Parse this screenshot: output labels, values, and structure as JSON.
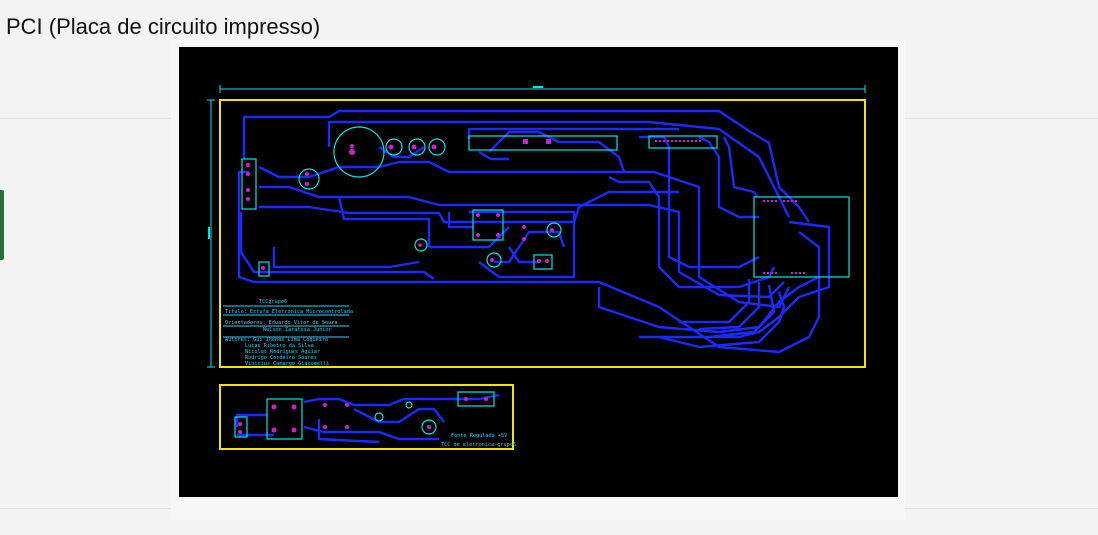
{
  "page": {
    "title": "PCI (Placa de circuito impresso)"
  },
  "pcb": {
    "main_board": {
      "label": "TCCgrupo6",
      "title_line": "Titulo: Estufa Eletronica Microcontrolada",
      "advisors_line1": "Orientadores: Eduardo Vitor de Souza",
      "advisors_line2": "Nelson Zaratosa Junior",
      "authors": [
        "Autores: Gui Jhonas Lima Coqueiro",
        "Lucas Ribeiro da Silva",
        "Nicolas Rodrigues Aguiar",
        "Rodrigo Cordeiro Soares",
        "Vinicius Camargo Giacomelli"
      ]
    },
    "power_board": {
      "label_line1": "Fonte Regulada +5V",
      "label_line2": "TCC de eletronica-grupo6"
    },
    "colors": {
      "background": "#000000",
      "trace": "#1a2bff",
      "outline": "#00e6e6",
      "board_edge": "#f2e600",
      "pad": "#d01fd0",
      "silkscreen": "#2fd0ff"
    }
  }
}
